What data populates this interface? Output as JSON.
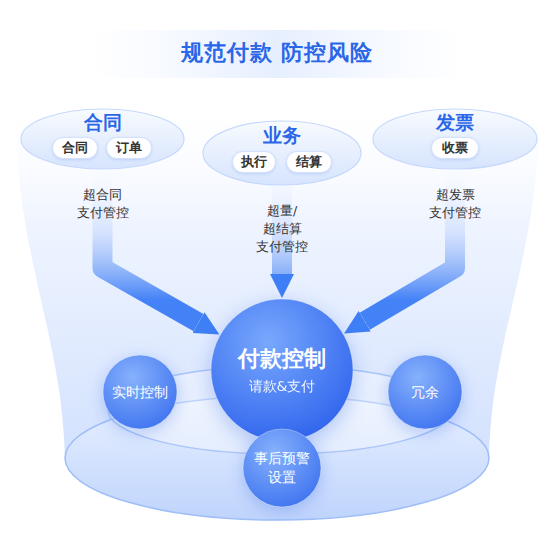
{
  "diagram": {
    "title": "规范付款 防控风险",
    "nodes": [
      {
        "text": [
          "合同"
        ]
      },
      {
        "text": [
          "合同"
        ],
        "in": 0
      },
      {
        "text": [
          "订单"
        ],
        "in": 0
      },
      {
        "text": [
          "业务"
        ]
      },
      {
        "text": [
          "执行"
        ],
        "in": 3
      },
      {
        "text": [
          "结算"
        ],
        "in": 3
      },
      {
        "text": [
          "发票"
        ]
      },
      {
        "text": [
          "收票"
        ],
        "in": 6
      },
      {
        "text": [
          "实时控制"
        ]
      },
      {
        "text": [
          "付款控制",
          "请款&支付"
        ]
      },
      {
        "text": [
          "冗余"
        ]
      },
      {
        "text": [
          "事后预警 设置"
        ]
      }
    ],
    "edges": [
      {
        "from": 0,
        "to": 9,
        "label": "超合同 支付管控",
        "arrow": "to"
      },
      {
        "from": 3,
        "to": 9,
        "label": "超量/超结算 支付管控",
        "arrow": "to"
      },
      {
        "from": 6,
        "to": 9,
        "label": "超发票 支付管控",
        "arrow": "to"
      }
    ]
  }
}
